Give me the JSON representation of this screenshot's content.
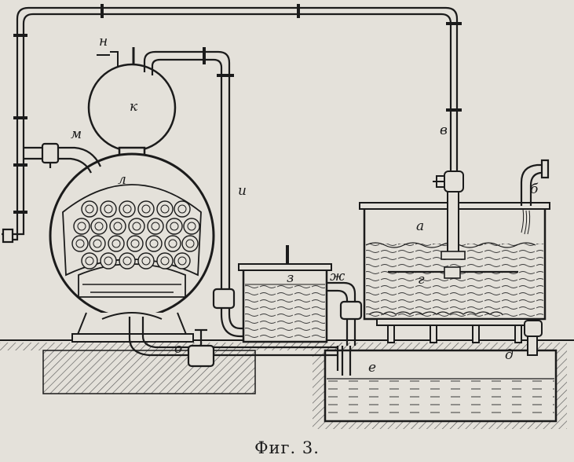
{
  "figure": {
    "caption": "Фиг. 3.",
    "labels": {
      "n": "н",
      "k": "к",
      "m": "м",
      "l": "л",
      "i": "и",
      "v_top": "в",
      "b": "б",
      "a": "а",
      "z": "з",
      "zh": "ж",
      "g": "г",
      "o": "о",
      "d": "д",
      "e": "е"
    }
  },
  "colors": {
    "paper": "#e4e1da",
    "ink": "#1b1b1b",
    "liquid": "#cfcbc1",
    "hatch": "#5a5a5a"
  }
}
